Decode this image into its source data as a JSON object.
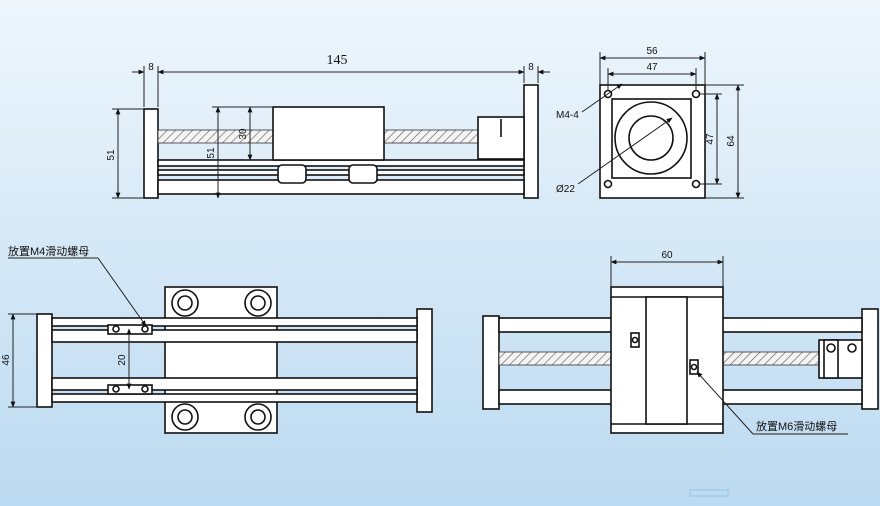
{
  "colors": {
    "background_top": "#eef6fc",
    "background_bottom": "#bfdcf2",
    "line": "#111111"
  },
  "dimensions": {
    "length_total": "145",
    "end_left": "8",
    "end_right": "8",
    "height_front": "51",
    "height_inner": "51",
    "carriage_height": "30",
    "flange_width": "56",
    "bolt_spacing_h": "47",
    "bolt_spacing_v": "47",
    "flange_height": "64",
    "hole_label": "M4-4",
    "bore_diameter": "Ø22",
    "rail_width": "46",
    "rail_spacing": "20",
    "carriage_width": "60"
  },
  "notes": {
    "m4_nut": "放置M4滑动螺母",
    "m6_nut": "放置M6滑动螺母"
  }
}
